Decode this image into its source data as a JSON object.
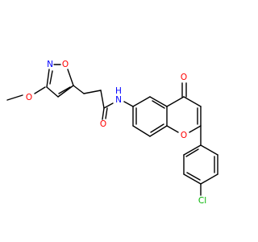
{
  "molecule": {
    "atom_labels": {
      "oxygen_methoxy": "O",
      "nitrogen_isoxazole": "N",
      "oxygen_isoxazole": "O",
      "oxygen_amide": "O",
      "nitrogen_amide": "N",
      "hydrogen_amide": "H",
      "oxygen_ketone": "O",
      "oxygen_pyran": "O",
      "chlorine": "Cl"
    },
    "colors": {
      "bond": "#000000",
      "oxygen": "#ff0000",
      "nitrogen": "#0000ff",
      "chlorine": "#00b400",
      "carbon": "#000000"
    }
  }
}
